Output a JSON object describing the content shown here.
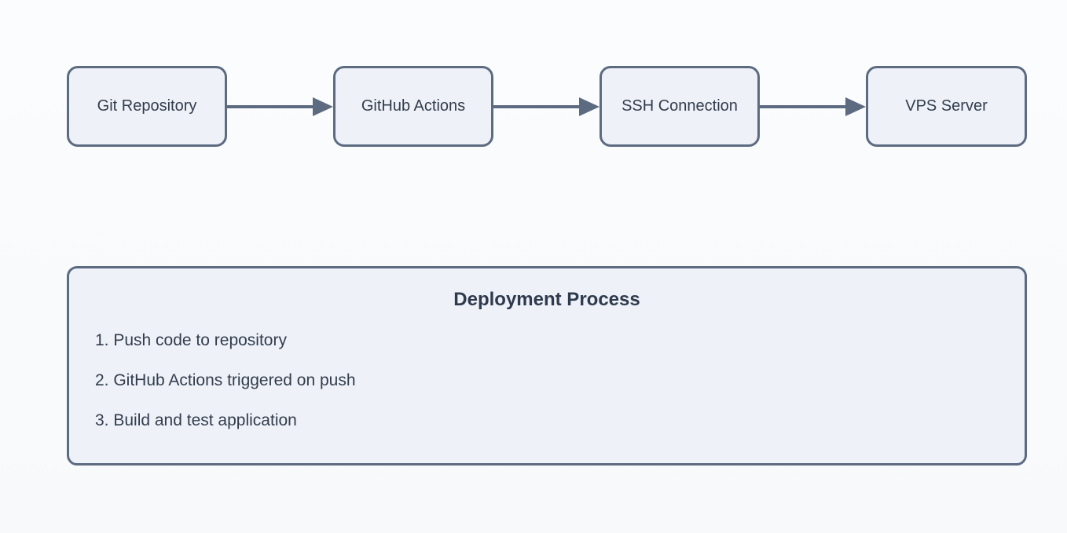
{
  "diagram": {
    "nodes": [
      {
        "id": "git-repository",
        "label": "Git Repository"
      },
      {
        "id": "github-actions",
        "label": "GitHub Actions"
      },
      {
        "id": "ssh-connection",
        "label": "SSH Connection"
      },
      {
        "id": "vps-server",
        "label": "VPS Server"
      }
    ],
    "edges": [
      {
        "from": "git-repository",
        "to": "github-actions"
      },
      {
        "from": "github-actions",
        "to": "ssh-connection"
      },
      {
        "from": "ssh-connection",
        "to": "vps-server"
      }
    ]
  },
  "panel": {
    "title": "Deployment Process",
    "items": [
      "1. Push code to repository",
      "2. GitHub Actions triggered on push",
      "3. Build and test application"
    ]
  },
  "colors": {
    "background": "#f8fafc",
    "node_fill": "#eef1f7",
    "node_border": "#5d6b81",
    "arrow": "#5d6b81",
    "node_text": "#333d4d",
    "title_text": "#2e3a4d"
  }
}
